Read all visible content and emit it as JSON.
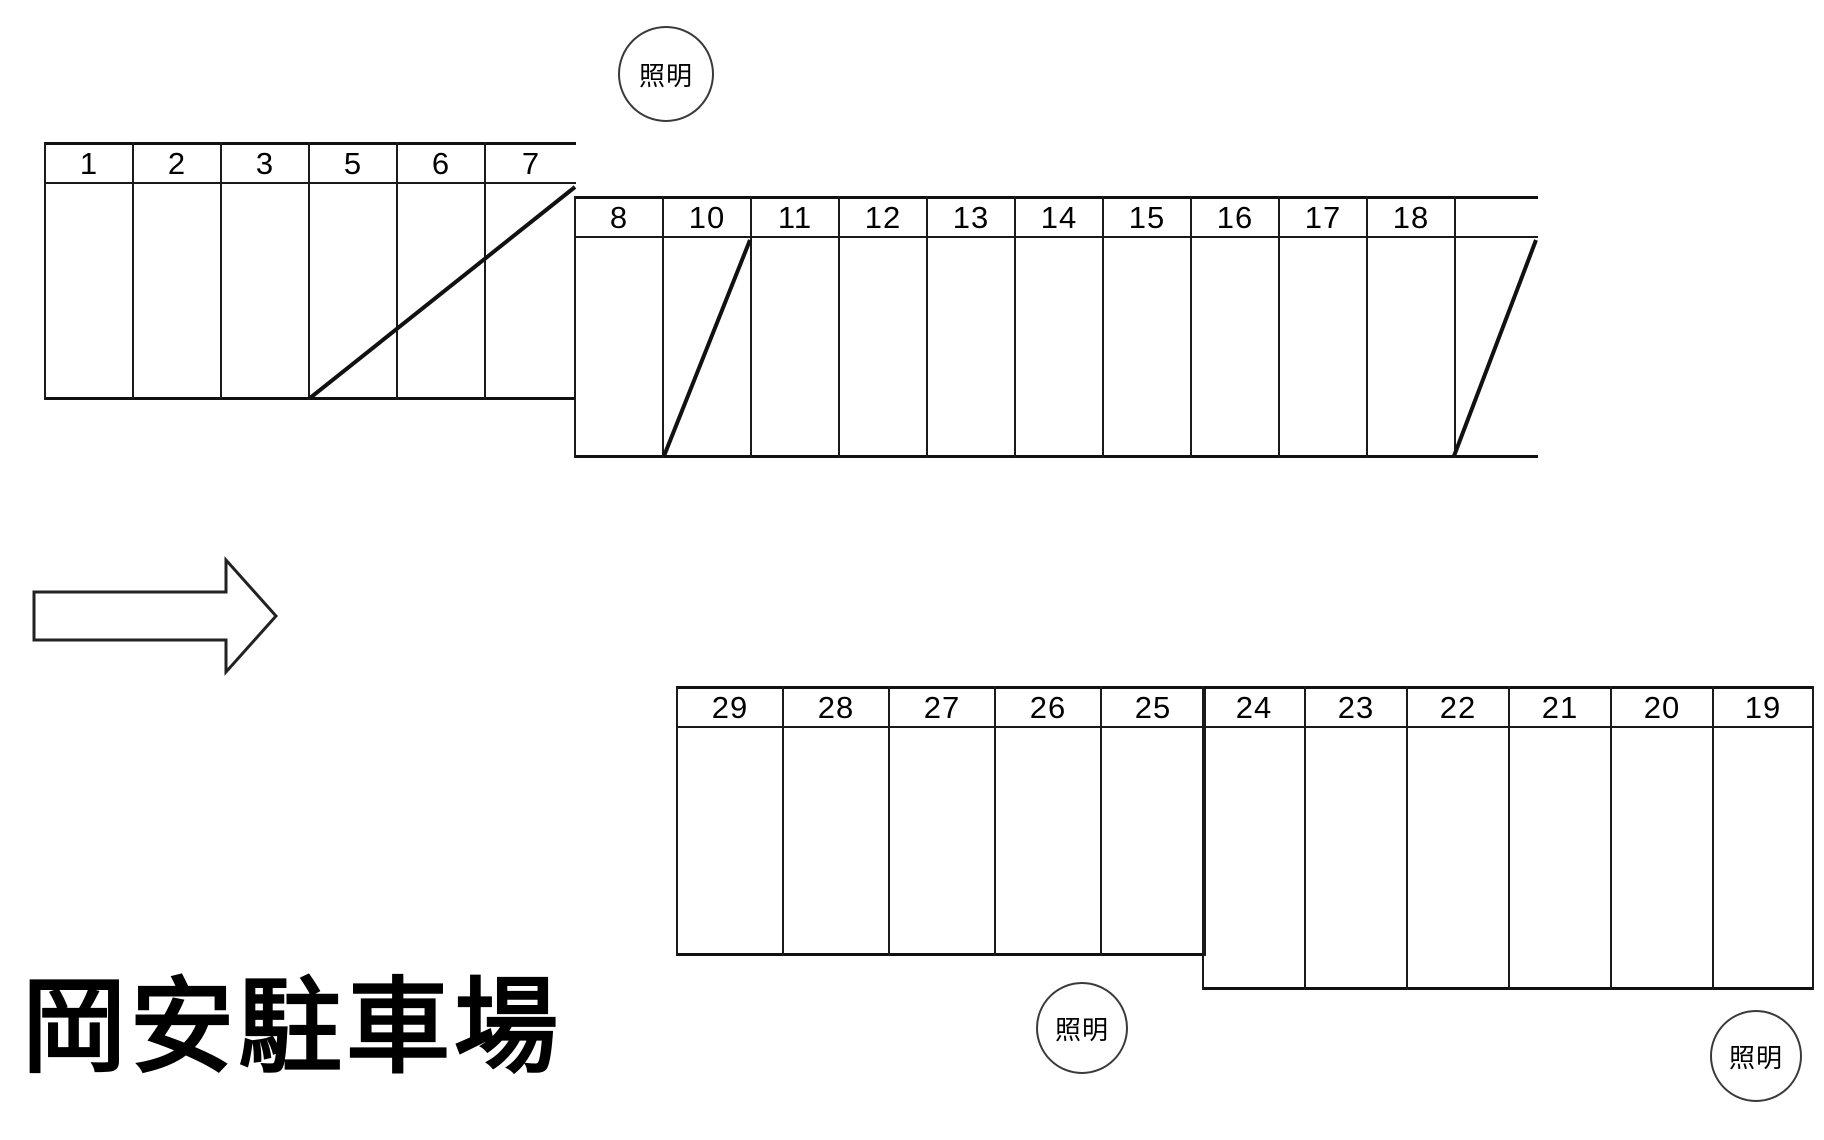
{
  "title": "岡安駐車場",
  "lighting_label": "照明",
  "blocks": [
    {
      "id": "block-top-left",
      "stalls": [
        "1",
        "2",
        "3",
        "5",
        "6",
        "7"
      ],
      "note": "row of six stalls, diagonal access line"
    },
    {
      "id": "block-top-right",
      "stalls": [
        "8",
        "10",
        "11",
        "12",
        "13",
        "14",
        "15",
        "16",
        "17",
        "18",
        ""
      ],
      "note": "row of eleven stalls, last cell unnumbered, two diagonal access lines"
    },
    {
      "id": "block-bottom-left",
      "stalls": [
        "29",
        "28",
        "27",
        "26",
        "25"
      ],
      "note": "five stalls, descending numbering"
    },
    {
      "id": "block-bottom-right",
      "stalls": [
        "24",
        "23",
        "22",
        "21",
        "20",
        "19"
      ],
      "note": "six stalls, descending numbering, extends lower than left part"
    }
  ],
  "lamps": [
    {
      "name": "lamp-top",
      "label": "照明"
    },
    {
      "name": "lamp-bottom-mid",
      "label": "照明"
    },
    {
      "name": "lamp-bottom-right",
      "label": "照明"
    }
  ],
  "arrow": {
    "name": "direction-arrow",
    "direction": "right"
  },
  "colors": {
    "line": "#1a1a1a",
    "heavy_line": "#111111",
    "background": "#ffffff",
    "text": "#000000"
  }
}
